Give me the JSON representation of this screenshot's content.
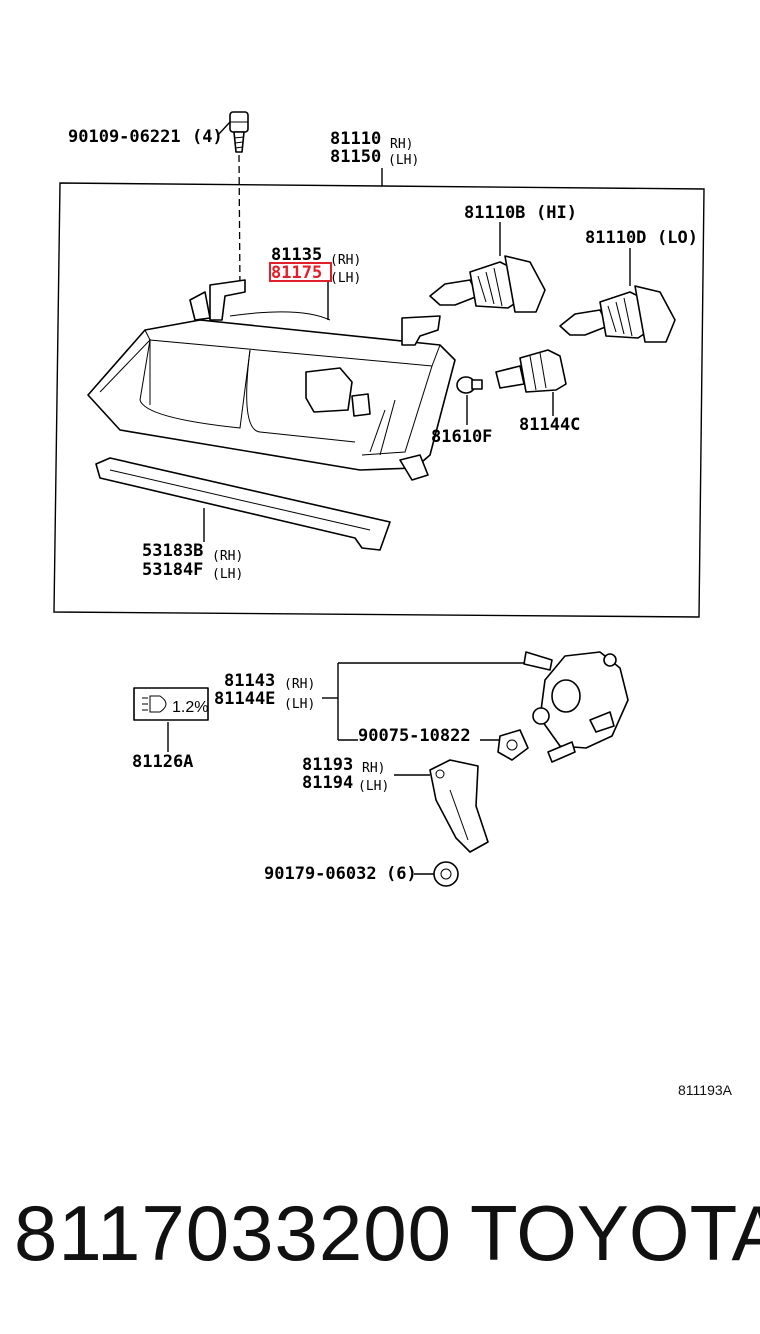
{
  "labels": {
    "bolt_top": "90109-06221",
    "bolt_top_qty": "(4)",
    "unit_rh": "81110",
    "unit_rh_sfx": "RH)",
    "unit_lh": "81150",
    "unit_lh_sfx": "(LH)",
    "bulb_hi": "81110B",
    "bulb_hi_sfx": "(HI)",
    "bulb_lo": "81110D",
    "bulb_lo_sfx": "(LO)",
    "lens_rh": "81135",
    "lens_rh_sfx": "(RH)",
    "lens_lh": "81175",
    "lens_lh_sfx": "(LH)",
    "bulb_small": "81610F",
    "socket": "81144C",
    "trim_rh": "53183B",
    "trim_rh_sfx": "(RH)",
    "trim_lh": "53184F",
    "trim_lh_sfx": "(LH)",
    "leveler_rh": "81143",
    "leveler_rh_sfx": "(RH)",
    "leveler_lh": "81144E",
    "leveler_lh_sfx": "(LH)",
    "nut": "90075-10822",
    "bracket_rh": "81193",
    "bracket_rh_sfx": "RH)",
    "bracket_lh": "81194",
    "bracket_lh_sfx": "(LH)",
    "label_plate": "81126A",
    "label_plate_text": "1.2%",
    "screw": "90179-06032",
    "screw_qty": "(6)"
  },
  "ref_code": "811193A",
  "footer": {
    "part_number": "8117033200",
    "brand": "TOYOTA"
  },
  "colors": {
    "highlight": "#e0202a",
    "line": "#000000"
  }
}
